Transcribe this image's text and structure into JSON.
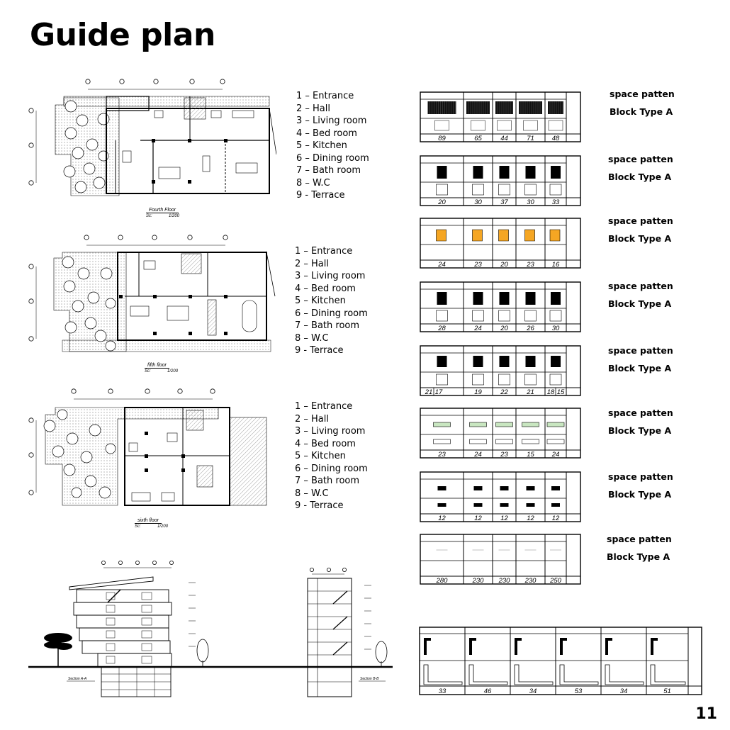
{
  "title": "Guide plan",
  "page_number": "11",
  "legend_items": [
    "1 – Entrance",
    "2 – Hall",
    "3 – Living room",
    "4 – Bed room",
    "5 – Kitchen",
    "6 – Dining room",
    "7 – Bath room",
    "8 – W.C",
    "9 - Terrace"
  ],
  "floors": [
    {
      "name": "Fourth Floor",
      "scale_label": "Sc:",
      "scale": "1/200"
    },
    {
      "name": "fifth floor",
      "scale_label": "Sc:",
      "scale": "1/200"
    },
    {
      "name": "sixth floor",
      "scale_label": "Sc:",
      "scale": "1/200"
    }
  ],
  "sections": [
    {
      "name": "Section A-A"
    },
    {
      "name": "Section B-B"
    }
  ],
  "pattern_label": "space patten",
  "block_label": "Block Type A",
  "pattern_tables": [
    {
      "values": [
        "89",
        "65",
        "44",
        "71",
        "48"
      ],
      "style": "grid"
    },
    {
      "values": [
        "20",
        "30",
        "37",
        "30",
        "33"
      ],
      "style": "black"
    },
    {
      "values": [
        "24",
        "23",
        "20",
        "23",
        "16"
      ],
      "style": "orange"
    },
    {
      "values": [
        "28",
        "24",
        "20",
        "26",
        "30"
      ],
      "style": "black-irregular"
    },
    {
      "values": [
        "21",
        "17",
        "19",
        "22",
        "21",
        "18",
        "15"
      ],
      "style": "split"
    },
    {
      "values": [
        "23",
        "24",
        "23",
        "15",
        "24"
      ],
      "style": "green"
    },
    {
      "values": [
        "12",
        "12",
        "12",
        "12",
        "12"
      ],
      "style": "small"
    },
    {
      "values": [
        "280",
        "230",
        "230",
        "230",
        "250"
      ],
      "style": "text"
    }
  ],
  "bottom_table": {
    "values": [
      "33",
      "46",
      "34",
      "53",
      "34",
      "51"
    ]
  }
}
